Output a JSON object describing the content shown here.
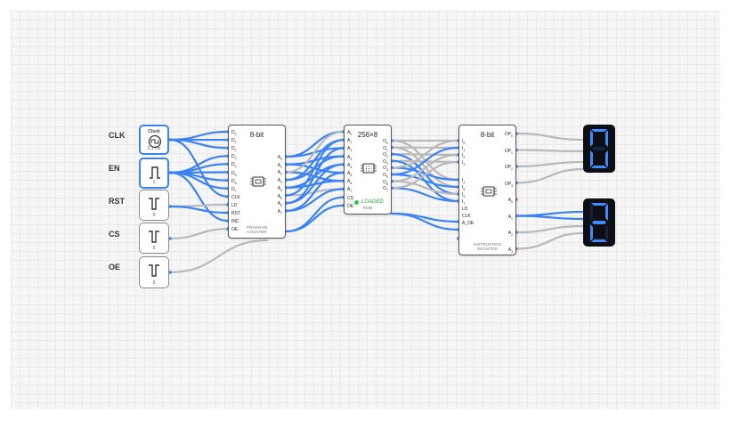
{
  "inputs": {
    "clk": {
      "label": "CLK",
      "tile_title": "Clock",
      "freq": "2.1 Hz"
    },
    "en": {
      "label": "EN",
      "value": "1"
    },
    "rst": {
      "label": "RST",
      "value": "0"
    },
    "cs": {
      "label": "CS",
      "value": "0"
    },
    "oe": {
      "label": "OE",
      "value": "0"
    }
  },
  "program_counter": {
    "title": "8-bit",
    "footer_line1": "PROGRAM",
    "footer_line2": "COUNTER",
    "left_pins": [
      "D0",
      "D1",
      "D2",
      "D3",
      "D4",
      "D5",
      "D6",
      "D7",
      "CLK",
      "LD",
      "RST",
      "INC",
      "OE"
    ],
    "right_pins": [
      "A0",
      "A1",
      "A2",
      "A3",
      "A4",
      "A5",
      "A6",
      "A7"
    ]
  },
  "rom": {
    "title": "256×8",
    "status": "LOADED",
    "footer": "ROM",
    "left_pins": [
      "A0",
      "A1",
      "A2",
      "A3",
      "A4",
      "A5",
      "A6",
      "A7",
      "CS",
      "OE"
    ],
    "right_pins": [
      "O0",
      "O1",
      "O2",
      "O3",
      "O4",
      "O5",
      "O6",
      "O7"
    ]
  },
  "instruction_register": {
    "title": "8-bit",
    "footer_line1": "INSTRUCTION",
    "footer_line2": "REGISTER",
    "left_pins": [
      "I0",
      "I1",
      "I2",
      "I3",
      "I4",
      "I5",
      "I6",
      "I7",
      "LD",
      "CLK",
      "A_OE"
    ],
    "right_pins": [
      "OP0",
      "OP1",
      "OP2",
      "OP3",
      "A0",
      "A1",
      "A2",
      "A3"
    ]
  },
  "displays": {
    "top_value": "0",
    "bottom_value": "2"
  },
  "colors": {
    "active_wire": "#3b82f6",
    "inactive_wire": "#b9b9b9",
    "segment_on": "#3d8bff",
    "segment_off": "#15233d",
    "loaded": "#22a447"
  }
}
